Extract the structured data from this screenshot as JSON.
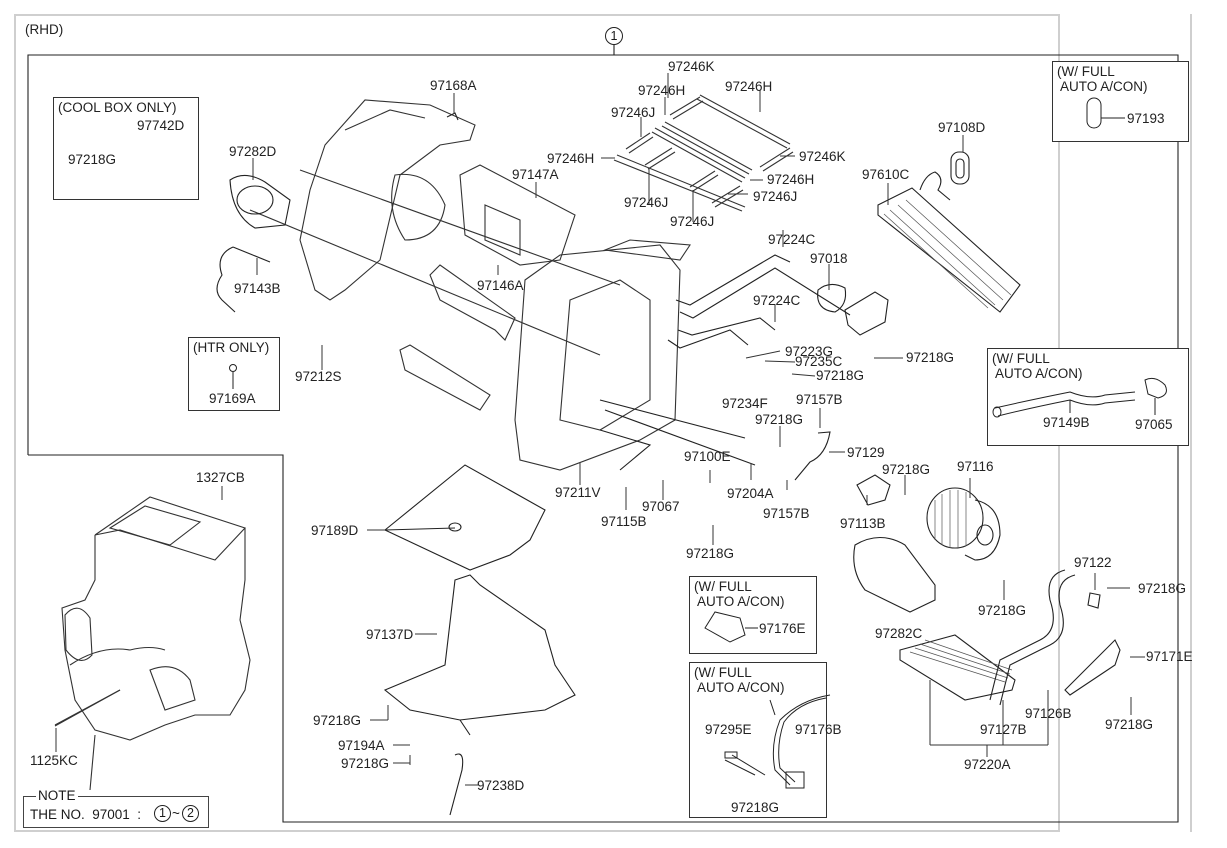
{
  "header": {
    "variant": "(RHD)",
    "assembly_ref": "1"
  },
  "boxes": {
    "cool_box": {
      "title": "(COOL BOX ONLY)",
      "parts": [
        "97742D",
        "97218G"
      ]
    },
    "htr_only": {
      "title": "(HTR ONLY)",
      "parts": [
        "97169A"
      ]
    },
    "auto_ac_1": {
      "title": "(W/ FULL\n AUTO A/CON)",
      "parts": [
        "97193"
      ]
    },
    "auto_ac_2": {
      "title": "(W/ FULL\n AUTO A/CON)",
      "parts": [
        "97149B",
        "97065"
      ]
    },
    "auto_ac_3": {
      "title": "(W/ FULL\n AUTO A/CON)",
      "parts": [
        "97176E"
      ]
    },
    "auto_ac_4": {
      "title": "(W/ FULL\n AUTO A/CON)",
      "parts": [
        "97295E",
        "97176B",
        "97218G"
      ]
    }
  },
  "labels": {
    "p97168A": "97168A",
    "p97246K_top": "97246K",
    "p97246H_a": "97246H",
    "p97246H_b": "97246H",
    "p97246J_a": "97246J",
    "p97246H_c": "97246H",
    "p97246K_r": "97246K",
    "p97246H_d": "97246H",
    "p97246J_b": "97246J",
    "p97246J_c": "97246J",
    "p97246J_d": "97246J",
    "p97147A": "97147A",
    "p97282D": "97282D",
    "p97146A": "97146A",
    "p97143B": "97143B",
    "p97212S": "97212S",
    "p97108D": "97108D",
    "p97610C": "97610C",
    "p97224C_a": "97224C",
    "p97018": "97018",
    "p97224C_b": "97224C",
    "p97223G": "97223G",
    "p97235C": "97235C",
    "p97218G_a": "97218G",
    "p97218G_b": "97218G",
    "p97234F": "97234F",
    "p97218G_c": "97218G",
    "p97157B_a": "97157B",
    "p97129": "97129",
    "p97100E": "97100E",
    "p97204A": "97204A",
    "p97157B_b": "97157B",
    "p97211V": "97211V",
    "p97115B": "97115B",
    "p97067": "97067",
    "p97218G_d": "97218G",
    "p97218G_e": "97218G",
    "p97113B": "97113B",
    "p97116": "97116",
    "p97218G_f": "97218G",
    "p97122": "97122",
    "p97218G_g": "97218G",
    "p97282C": "97282C",
    "p97171E": "97171E",
    "p97126B": "97126B",
    "p97127B": "97127B",
    "p97218G_h": "97218G",
    "p97220A": "97220A",
    "p97189D": "97189D",
    "p97137D": "97137D",
    "p97218G_i": "97218G",
    "p97194A": "97194A",
    "p97218G_j": "97218G",
    "p97238D": "97238D",
    "p1327CB": "1327CB",
    "p1125KC": "1125KC"
  },
  "note": {
    "title": "NOTE",
    "text": "THE NO.  97001  :",
    "range_from": "1",
    "range_sep": "~",
    "range_to": "2"
  }
}
